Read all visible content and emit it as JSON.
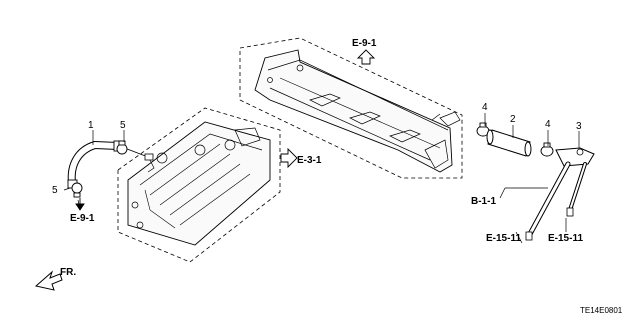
{
  "callouts": {
    "p1": "1",
    "p2": "2",
    "p3": "3",
    "p4a": "4",
    "p4b": "4",
    "p5a": "5",
    "p5b": "5"
  },
  "references": {
    "e91_top": "E-9-1",
    "e31": "E-3-1",
    "e91_left": "E-9-1",
    "b11": "B-1-1",
    "e1511_a": "E-15-11",
    "e1511_b": "E-15-11"
  },
  "direction_label": "FR.",
  "diagram_code": "TE14E0801"
}
